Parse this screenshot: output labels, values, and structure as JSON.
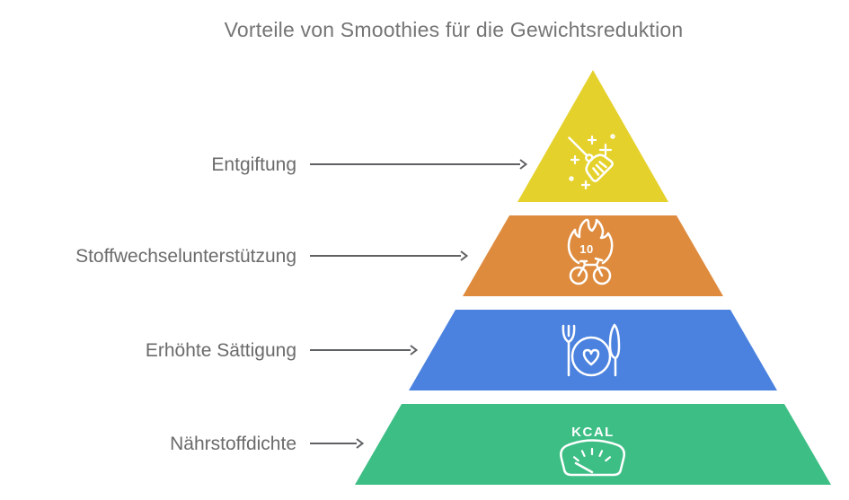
{
  "title": "Vorteile von Smoothies für die Gewichtsreduktion",
  "colors": {
    "background": "#ffffff",
    "title_text": "#757575",
    "label_text": "#6b6b6b",
    "arrow": "#5f6163",
    "icon": "#ffffff"
  },
  "levels": [
    {
      "label": "Entgiftung",
      "color": "#e5d12b",
      "icon": "broom-sparkles-icon"
    },
    {
      "label": "Stoffwechselunterstützung",
      "color": "#de8b3e",
      "icon": "flame-bicycle-icon"
    },
    {
      "label": "Erhöhte Sättigung",
      "color": "#4b82df",
      "icon": "fork-plate-heart-knife-icon"
    },
    {
      "label": "Nährstoffdichte",
      "color": "#3dbe85",
      "icon": "kcal-scale-icon"
    }
  ],
  "icon_texts": {
    "flame_calories": "10",
    "scale_unit": "KCAL"
  }
}
